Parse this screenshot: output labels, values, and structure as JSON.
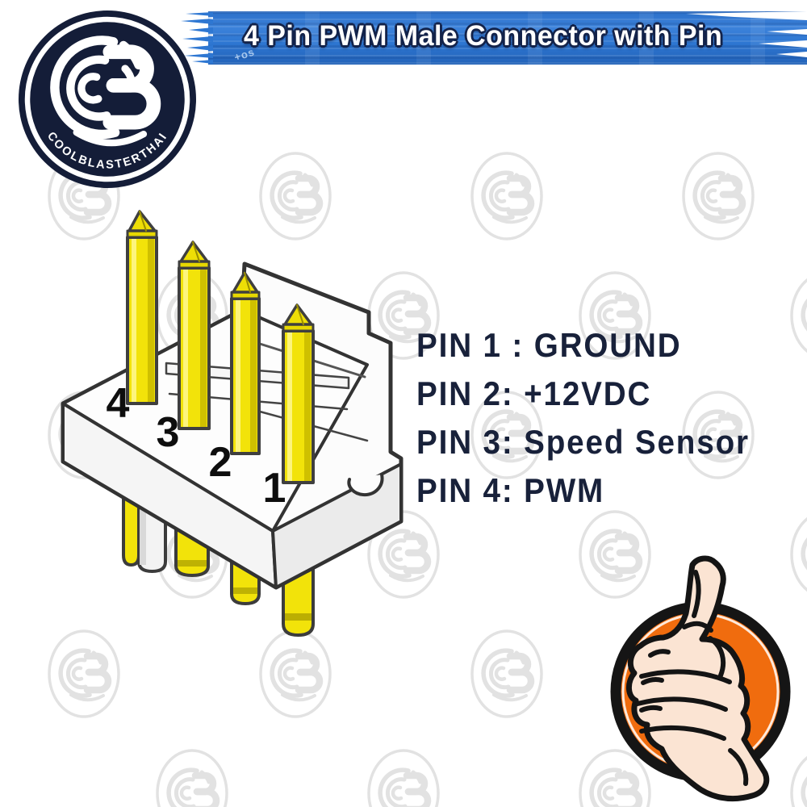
{
  "banner": {
    "title": "4 Pin PWM Male Connector with Pin",
    "bg_color": "#2e77d2",
    "text_color": "#ffffff",
    "outline_color": "#13234a",
    "watermark_fragment": "+os"
  },
  "logo": {
    "brand": "COOLBLASTERTHAI",
    "monogram": "CB",
    "bg_color": "#141d38"
  },
  "pinout": {
    "lines": [
      "PIN 1 : GROUND",
      "PIN 2: +12VDC",
      "PIN 3: Speed Sensor",
      "PIN 4: PWM"
    ],
    "text_color": "#18213a"
  },
  "connector": {
    "pin_numbers": [
      "4",
      "3",
      "2",
      "1"
    ],
    "pin_color": "#f2e30a",
    "body_color": "#fcfcfc",
    "outline_color": "#333333"
  },
  "thumbs_up": {
    "circle_color": "#f06c0e",
    "ring_color": "#151515",
    "skin_color": "#fbe4d3"
  },
  "watermark": {
    "monogram": "CB",
    "color": "#e2e2e2"
  }
}
